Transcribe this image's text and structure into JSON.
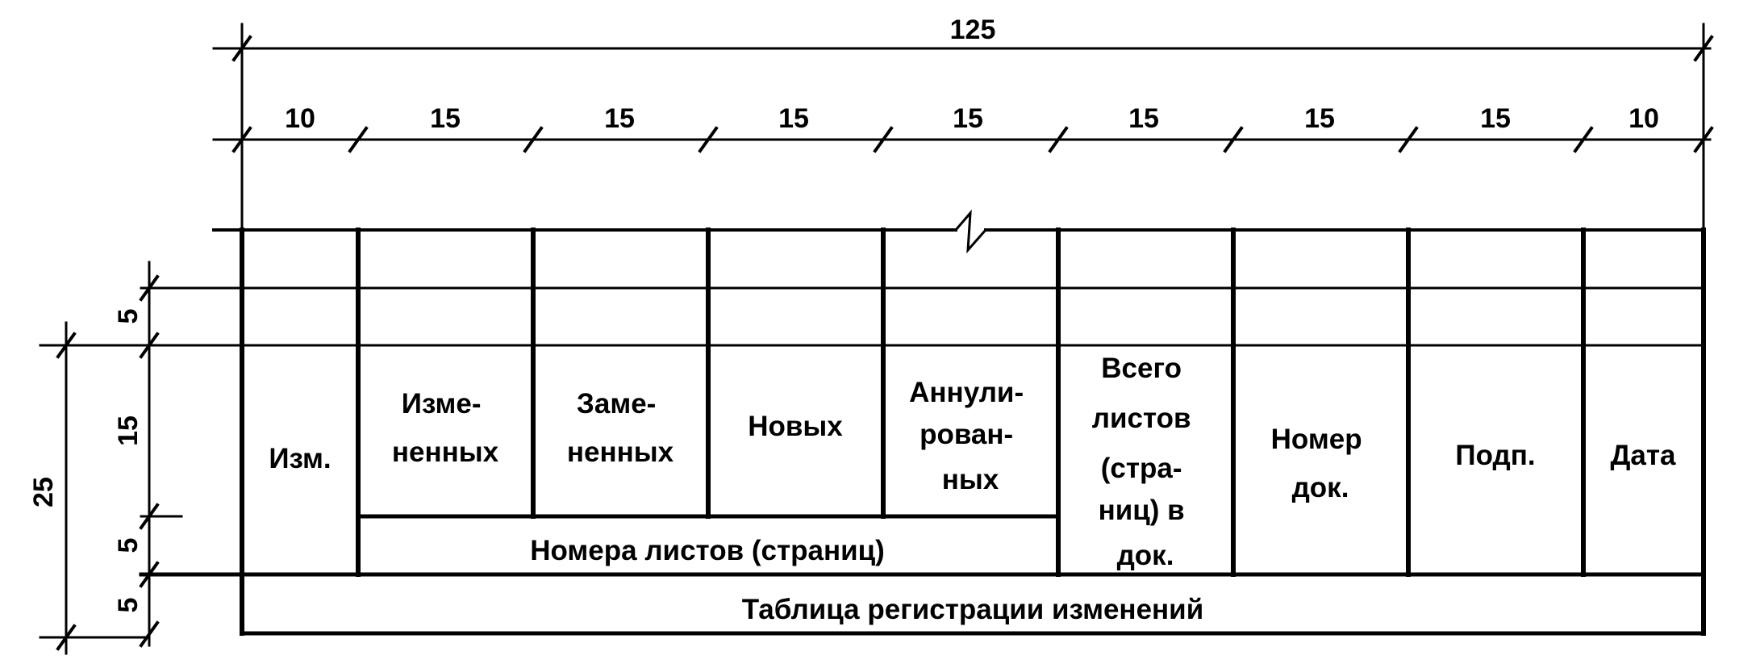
{
  "dimensions": {
    "total_width": "125",
    "column_widths": [
      "10",
      "15",
      "15",
      "15",
      "15",
      "15",
      "15",
      "15",
      "10"
    ],
    "row_heights": [
      "5",
      "15",
      "5",
      "5"
    ],
    "total_height": "25"
  },
  "columns": {
    "izm": "Изм.",
    "izmenennyh": [
      "Изме-",
      "ненных"
    ],
    "zamenennyh": [
      "Заме-",
      "ненных"
    ],
    "novyh": "Новых",
    "annulirovannyh": [
      "Аннули-",
      "рован-",
      "ных"
    ],
    "vsego_listov": [
      "Всего",
      "листов",
      "(стра-",
      "ниц) в",
      "док."
    ],
    "nomer_dok": [
      "Номер",
      "док."
    ],
    "podp": "Подп.",
    "data": "Дата"
  },
  "group_header": "Номера листов (страниц)",
  "table_title": "Таблица регистрации изменений"
}
